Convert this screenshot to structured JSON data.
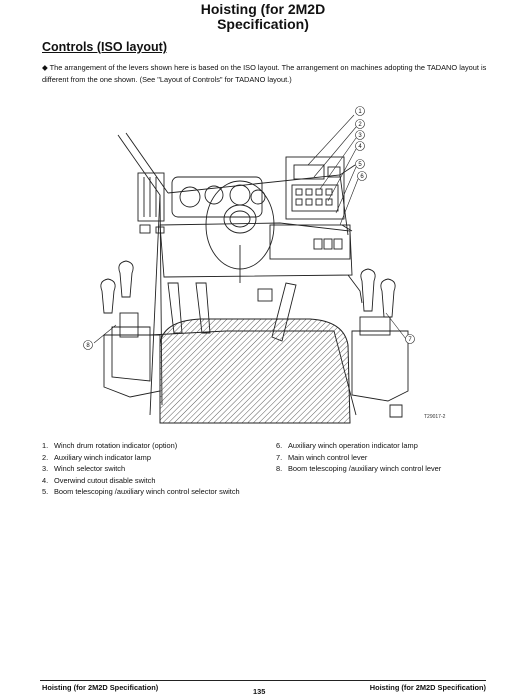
{
  "header": {
    "title_line1": "Hoisting (for 2M2D",
    "title_line2": "Specification)"
  },
  "section_title": "Controls (ISO layout)",
  "intro": "◆ The arrangement of the levers shown here is based on the ISO layout. The arrangement on machines adopting the TADANO layout is different from the one shown. (See \"Layout of Controls\" for TADANO layout.)",
  "figure": {
    "code": "T29017-2",
    "callouts": [
      "1",
      "2",
      "3",
      "4",
      "5",
      "6",
      "7",
      "8"
    ]
  },
  "legend_left": [
    {
      "n": "1.",
      "t": "Winch drum rotation indicator (option)"
    },
    {
      "n": "2.",
      "t": "Auxiliary winch indicator lamp"
    },
    {
      "n": "3.",
      "t": "Winch selector switch"
    },
    {
      "n": "4.",
      "t": "Overwind cutout disable switch"
    },
    {
      "n": "5.",
      "t": "Boom telescoping /auxiliary winch control selector switch"
    }
  ],
  "legend_right": [
    {
      "n": "6.",
      "t": "Auxiliary winch operation indicator lamp"
    },
    {
      "n": "7.",
      "t": "Main winch control lever"
    },
    {
      "n": "8.",
      "t": "Boom telescoping /auxiliary winch control lever"
    }
  ],
  "footer": {
    "left": "Hoisting (for 2M2D Specification)",
    "center": "135",
    "right": "Hoisting (for 2M2D Specification)"
  }
}
